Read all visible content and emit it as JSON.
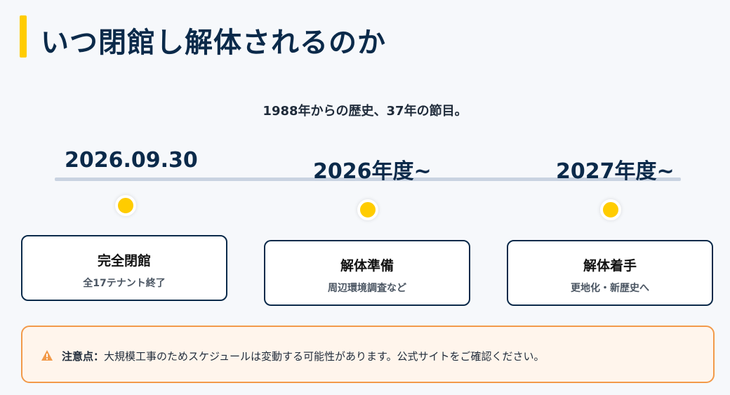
{
  "page": {
    "title": "いつ閉館し解体されるのか",
    "subtitle": "1988年からの歴史、37年の節目。"
  },
  "timeline": [
    {
      "date": "2026.09.30",
      "title": "完全閉館",
      "desc": "全17テナント終了"
    },
    {
      "date": "2026年度~",
      "title": "解体準備",
      "desc": "周辺環境調査など"
    },
    {
      "date": "2027年度~",
      "title": "解体着手",
      "desc": "更地化・新歴史へ"
    }
  ],
  "notice": {
    "icon": "warning-icon",
    "label": "注意点：",
    "text": "大規模工事のためスケジュールは変動する可能性があります。公式サイトをご確認ください。"
  },
  "colors": {
    "accent": "#ffcc00",
    "navy": "#0b2a4a",
    "warning": "#f29a4a",
    "warning_bg": "#fff5ec"
  }
}
